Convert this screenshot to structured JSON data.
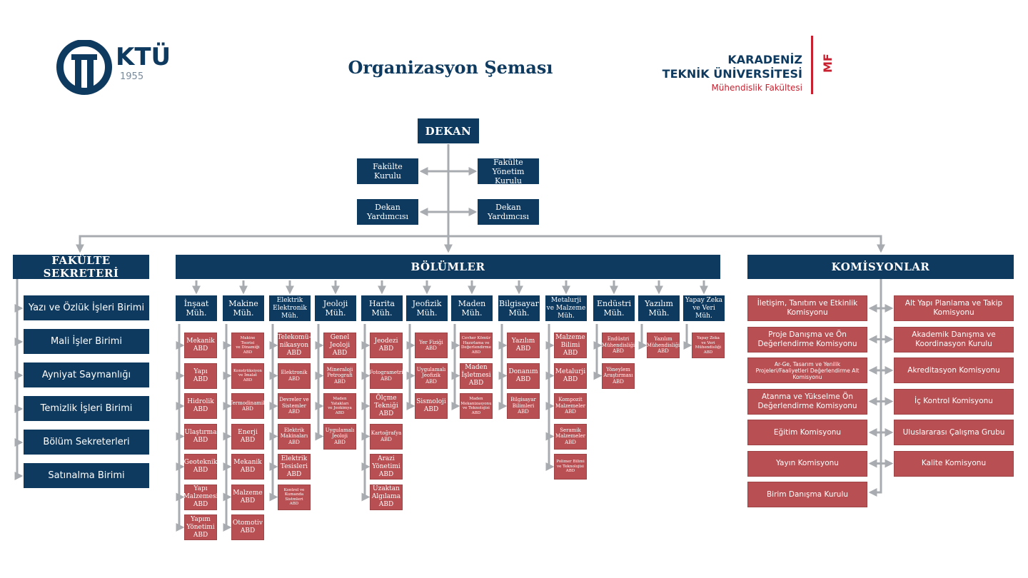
{
  "header": {
    "title": "Organizasyon Şeması",
    "ktu_logo": {
      "name": "KTÜ",
      "year": "1955"
    },
    "mf_logo": {
      "line1": "KARADENİZ",
      "line2": "TEKNİK ÜNİVERSİTESİ",
      "line3": "Mühendislik Fakültesi",
      "mark": "MF"
    }
  },
  "dekan": "DEKAN",
  "fakulte_kurulu": [
    "Fakülte",
    "Kurulu"
  ],
  "yonetim_kurulu": [
    "Fakülte",
    "Yönetim Kurulu"
  ],
  "dekan_yrd_left": [
    "Dekan",
    "Yardımcısı"
  ],
  "dekan_yrd_right": [
    "Dekan",
    "Yardımcısı"
  ],
  "sections": {
    "sekreter": "FAKÜLTE SEKRETERİ",
    "bolumler": "BÖLÜMLER",
    "komisyonlar": "KOMİSYONLAR"
  },
  "sekreter_items": [
    "Yazı ve Özlük İşleri Birimi",
    "Mali İşler Birimi",
    "Ayniyat Saymanlığı",
    "Temizlik İşleri Birimi",
    "Bölüm Sekreterleri",
    "Satınalma Birimi"
  ],
  "departments": [
    {
      "name": [
        "İnşaat",
        "Müh."
      ],
      "abd": [
        [
          "Mekanik",
          "ABD"
        ],
        [
          "Yapı",
          "ABD"
        ],
        [
          "Hidrolik",
          "ABD"
        ],
        [
          "Ulaştırma",
          "ABD"
        ],
        [
          "Geoteknik",
          "ABD"
        ],
        [
          "Yapı",
          "Malzemesi",
          "ABD"
        ],
        [
          "Yapım",
          "Yönetimi",
          "ABD"
        ]
      ]
    },
    {
      "name": [
        "Makine",
        "Müh."
      ],
      "abd": [
        [
          "Makine",
          "Teorisi",
          "ve Dinamiği",
          "ABD"
        ],
        [
          "Konstrüksiyon",
          "ve İmalat",
          "ABD"
        ],
        [
          "Termodinamik",
          "ABD"
        ],
        [
          "Enerji",
          "ABD"
        ],
        [
          "Mekanik",
          "ABD"
        ],
        [
          "Malzeme",
          "ABD"
        ],
        [
          "Otomotiv",
          "ABD"
        ]
      ]
    },
    {
      "name": [
        "Elektrik",
        "Elektronik",
        "Müh."
      ],
      "abd": [
        [
          "Telekomü-",
          "nikasyon",
          "ABD"
        ],
        [
          "Elektronik",
          "ABD"
        ],
        [
          "Devreler ve",
          "Sistemler",
          "ABD"
        ],
        [
          "Elektrik",
          "Makinaları",
          "ABD"
        ],
        [
          "Elektrik",
          "Tesisleri",
          "ABD"
        ],
        [
          "Kontrol ve",
          "Kumanda",
          "Sistmleri",
          "ABD"
        ]
      ]
    },
    {
      "name": [
        "Jeoloji",
        "Müh."
      ],
      "abd": [
        [
          "Genel",
          "Jeoloji",
          "ABD"
        ],
        [
          "Mineraloji",
          "Petrografi",
          "ABD"
        ],
        [
          "Maden",
          "Yatakları",
          "ve Jeokimya",
          "ABD"
        ],
        [
          "Uygulamalı",
          "Jeoloji",
          "ABD"
        ]
      ]
    },
    {
      "name": [
        "Harita",
        "Müh."
      ],
      "abd": [
        [
          "Jeodezi",
          "ABD"
        ],
        [
          "Fotogrametri",
          "ABD"
        ],
        [
          "Ölçme",
          "Tekniği",
          "ABD"
        ],
        [
          "Kartoğrafya",
          "ABD"
        ],
        [
          "Arazi",
          "Yönetimi",
          "ABD"
        ],
        [
          "Uzaktan",
          "Algılama",
          "ABD"
        ]
      ]
    },
    {
      "name": [
        "Jeofizik",
        "Müh."
      ],
      "abd": [
        [
          "Yer Fiziği",
          "ABD"
        ],
        [
          "Uygulamalı",
          "Jeofizik",
          "ABD"
        ],
        [
          "Sismoloji",
          "ABD"
        ]
      ]
    },
    {
      "name": [
        "Maden",
        "Müh."
      ],
      "abd": [
        [
          "Cevher Kömür",
          "Hazırlama ve",
          "Değerlendirme",
          "ABD"
        ],
        [
          "Maden",
          "İşletmesi",
          "ABD"
        ],
        [
          "Maden",
          "Mekanizasyonu",
          "ve Teknolojisi",
          "ABD"
        ]
      ]
    },
    {
      "name": [
        "Bilgisayar",
        "Müh."
      ],
      "abd": [
        [
          "Yazılım",
          "ABD"
        ],
        [
          "Donanım",
          "ABD"
        ],
        [
          "Bilgisayar",
          "Bilimleri",
          "ABD"
        ]
      ]
    },
    {
      "name": [
        "Metalurji",
        "ve Malzeme",
        "Müh."
      ],
      "abd": [
        [
          "Malzeme",
          "Bilimi",
          "ABD"
        ],
        [
          "Metalurji",
          "ABD"
        ],
        [
          "Kompozit",
          "Malzemeler",
          "ABD"
        ],
        [
          "Seramik",
          "Malzemeler",
          "ABD"
        ],
        [
          "Polimer Bilimi",
          "ve Teknolojisi",
          "ABD"
        ]
      ]
    },
    {
      "name": [
        "Endüstri",
        "Müh."
      ],
      "abd": [
        [
          "Endüstri",
          "Mühendisliği",
          "ABD"
        ],
        [
          "Yöneylem",
          "Araştırması",
          "ABD"
        ]
      ]
    },
    {
      "name": [
        "Yazılım",
        "Müh."
      ],
      "abd": [
        [
          "Yazılım",
          "Mühendisliği",
          "ABD"
        ]
      ]
    },
    {
      "name": [
        "Yapay Zeka",
        "ve Veri",
        "Müh."
      ],
      "abd": [
        [
          "Yapay Zeka",
          "ve Veri",
          "Mühendisliği",
          "ABD"
        ]
      ]
    }
  ],
  "komisyonlar_left": [
    "İletişim, Tanıtım ve Etkinlik Komisyonu",
    "Proje Danışma ve Ön Değerlendirme Komisyonu",
    "Ar-Ge, Tasarım ve Yenilik Projeleri/Faaliyetleri Değerlendirme Alt Komisyonu",
    "Atanma ve Yükselme Ön Değerlendirme Komisyonu",
    "Eğitim Komisyonu",
    "Yayın Komisyonu",
    "Birim Danışma Kurulu"
  ],
  "komisyonlar_right": [
    "Alt Yapı Planlama ve Takip Komisyonu",
    "Akademik Danışma ve Koordinasyon Kurulu",
    "Akreditasyon Komisyonu",
    "İç Kontrol Komisyonu",
    "Uluslararası Çalışma Grubu",
    "Kalite Komisyonu"
  ],
  "colors": {
    "navy": "#0f3a5f",
    "red": "#b84f52",
    "line": "#a8acb0",
    "mf_red": "#c8202f"
  }
}
